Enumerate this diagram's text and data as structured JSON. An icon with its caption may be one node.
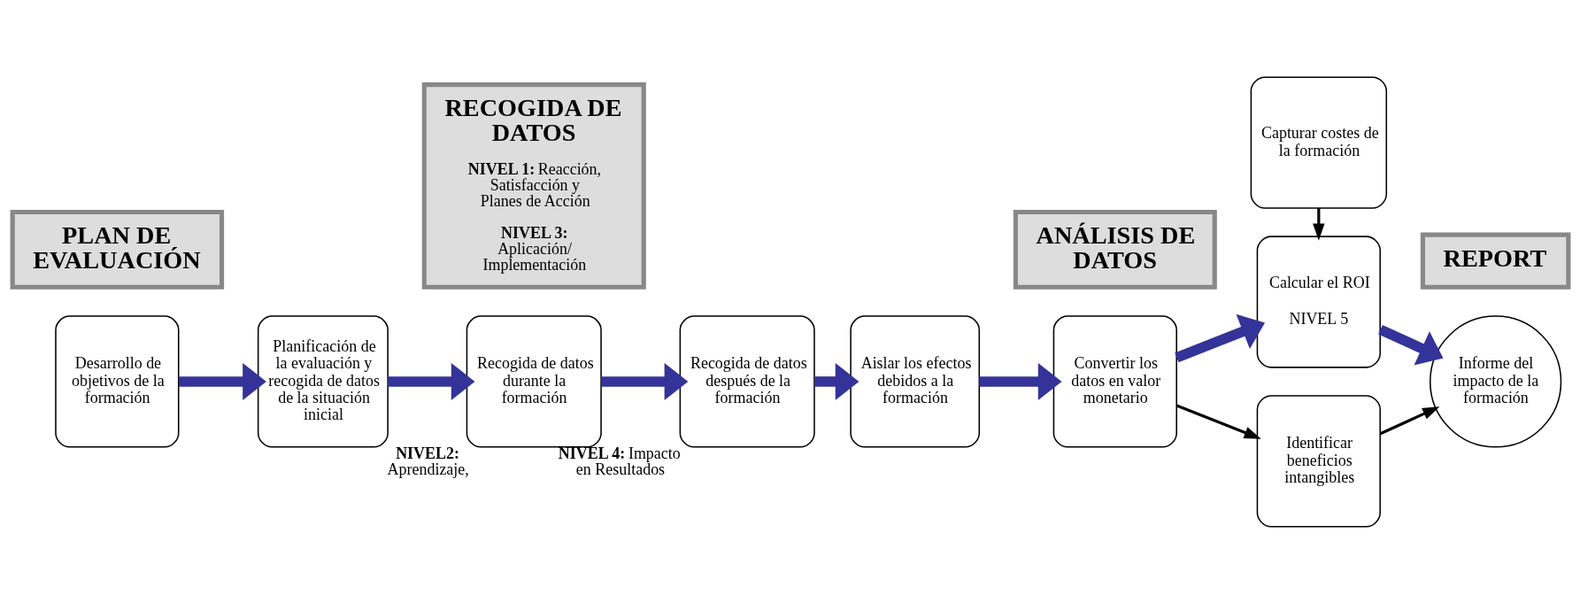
{
  "diagram": {
    "nodes": [
      {
        "text": [
          "PLAN DE EVALUACIÓN"
        ]
      },
      {
        "text": [
          "RECOGIDA DE DATOS",
          "**NIVEL 1:** Reacción, Satisfacción y Planes de Acción",
          "**NIVEL 3:** Aplicación/ Implementación"
        ]
      },
      {
        "text": [
          "ANÁLISIS DE DATOS"
        ]
      },
      {
        "text": [
          "REPORT"
        ]
      },
      {
        "text": [
          "Desarrollo de objetivos de la formación"
        ]
      },
      {
        "text": [
          "Planificación de la evaluación y recogida de datos de la situación inicial"
        ]
      },
      {
        "text": [
          "Recogida de datos durante la formación"
        ],
        "beside": [
          "**NIVEL2:** Aprendizaje,"
        ]
      },
      {
        "text": [
          "Recogida de datos después de la formación"
        ],
        "beside": [
          "**NIVEL 4:** Impacto en Resultados"
        ]
      },
      {
        "text": [
          "Aislar los efectos debidos a la formación"
        ]
      },
      {
        "text": [
          "Convertir los datos en valor monetario"
        ]
      },
      {
        "text": [
          "Capturar costes de la formación"
        ]
      },
      {
        "text": [
          "Calcular el ROI",
          "NIVEL 5"
        ]
      },
      {
        "text": [
          "Identificar beneficios intangibles"
        ]
      },
      {
        "text": [
          "Informe del impacto de la formación"
        ]
      }
    ],
    "edges": [
      {
        "from": 4,
        "to": 5,
        "arrow": "to"
      },
      {
        "from": 5,
        "to": 6,
        "arrow": "to"
      },
      {
        "from": 6,
        "to": 7,
        "arrow": "to"
      },
      {
        "from": 7,
        "to": 8,
        "arrow": "to"
      },
      {
        "from": 8,
        "to": 9,
        "arrow": "to"
      },
      {
        "from": 9,
        "to": 11,
        "arrow": "to"
      },
      {
        "from": 10,
        "to": 11,
        "arrow": "to",
        "color": "#000000"
      },
      {
        "from": 11,
        "to": 13,
        "arrow": "to"
      },
      {
        "from": 9,
        "to": 12,
        "arrow": "to",
        "color": "#000000"
      },
      {
        "from": 12,
        "to": 13,
        "arrow": "to",
        "color": "#000000"
      }
    ]
  }
}
